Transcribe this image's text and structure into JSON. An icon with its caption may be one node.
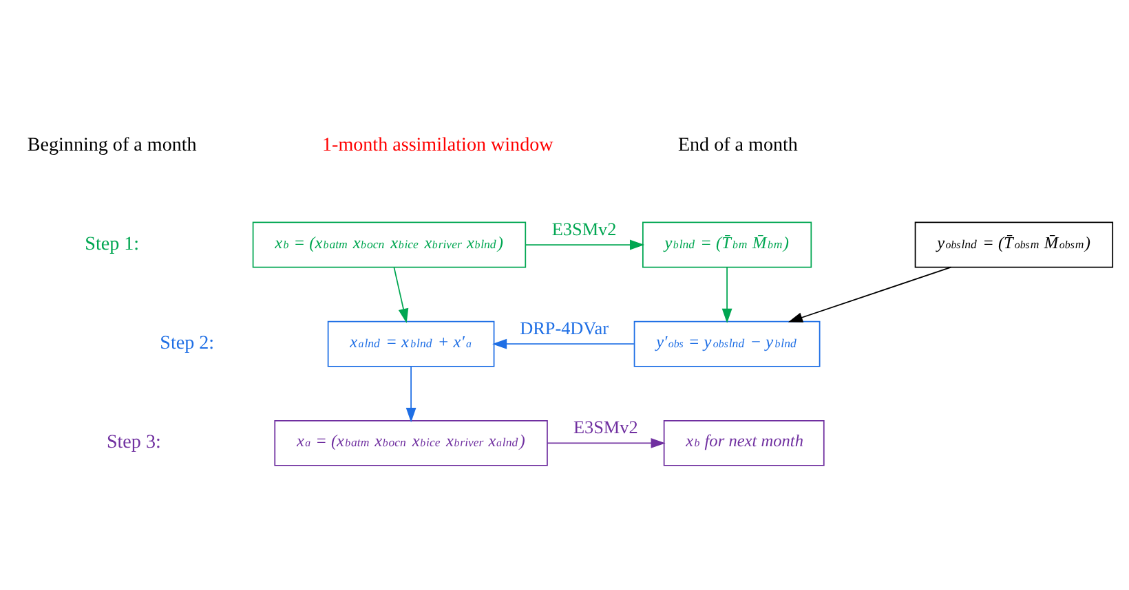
{
  "diagram": {
    "nodes": [
      {
        "text": [
          "x$_{b}$ = (x$_{b}$$^{atm}$ x$_{b}$$^{ocn}$ x$_{b}$$^{ice}$ x$_{b}$$^{river}$ x$_{b}$$^{lnd}$)"
        ]
      },
      {
        "text": [
          "y$_{b}$$^{lnd}$ = (T̄$_{b}$$^{m}$ M̄$_{b}$$^{m}$)"
        ]
      },
      {
        "text": [
          "y$_{obs}$$^{lnd}$ = (T̄$_{obs}$$^{m}$ M̄$_{obs}$$^{m}$)"
        ]
      },
      {
        "text": [
          "x$_{a}$$^{lnd}$ = x$_{b}$$^{lnd}$ + x′$_{a}$"
        ]
      },
      {
        "text": [
          "y′$_{obs}$ = y$_{obs}$$^{lnd}$ − y$_{b}$$^{lnd}$"
        ]
      },
      {
        "text": [
          "x$_{a}$ = (x$_{b}$$^{atm}$ x$_{b}$$^{ocn}$ x$_{b}$$^{ice}$ x$_{b}$$^{river}$ x$_{a}$$^{lnd}$)"
        ]
      },
      {
        "text": [
          "x$_{b}$ for next month"
        ]
      }
    ],
    "edges": [
      {
        "from": 0,
        "to": 1,
        "arrow": "to",
        "label": "E3SMv2",
        "color": "#00a651"
      },
      {
        "from": 0,
        "to": 3,
        "arrow": "to",
        "color": "#00a651"
      },
      {
        "from": 1,
        "to": 4,
        "arrow": "to",
        "color": "#00a651"
      },
      {
        "from": 2,
        "to": 4,
        "arrow": "to",
        "color": "#000000"
      },
      {
        "from": 4,
        "to": 3,
        "arrow": "to",
        "label": "DRP-4DVar",
        "color": "#1f6fe5"
      },
      {
        "from": 3,
        "to": 5,
        "arrow": "to",
        "color": "#1f6fe5"
      },
      {
        "from": 5,
        "to": 6,
        "arrow": "to",
        "label": "E3SMv2",
        "color": "#7030a0"
      }
    ],
    "labels": [
      "Beginning of a month",
      "1-month assimilation window",
      "End of a month",
      "Step 1:",
      "Step 2:",
      "Step 3:"
    ]
  }
}
